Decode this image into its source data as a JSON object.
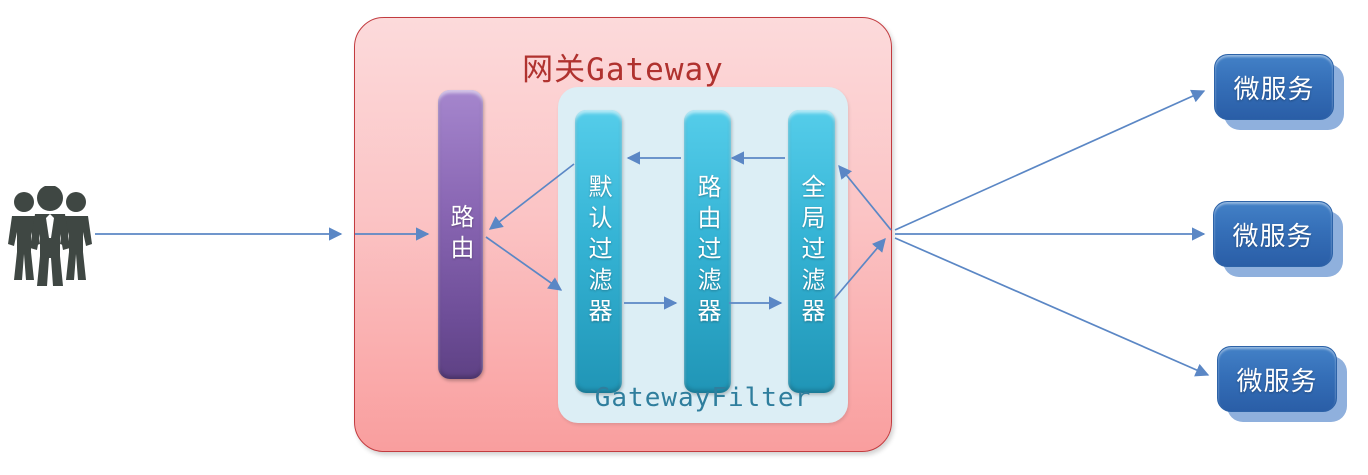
{
  "diagram": {
    "users": {
      "icon": "users-group-icon"
    },
    "gateway": {
      "title": "网关Gateway",
      "route_label": "路由",
      "filter_group": {
        "label": "GatewayFilter",
        "filters": [
          {
            "label": "默认过滤器"
          },
          {
            "label": "路由过滤器"
          },
          {
            "label": "全局过滤器"
          }
        ]
      }
    },
    "microservices": [
      {
        "label": "微服务"
      },
      {
        "label": "微服务"
      },
      {
        "label": "微服务"
      }
    ],
    "colors": {
      "arrow": "#5b87c5",
      "gateway_border": "#c23b3f",
      "gateway_bg_top": "#fcdadb",
      "gateway_bg_bottom": "#f99e9e",
      "title_text": "#b0322f",
      "filter_box_bg": "#dceef5",
      "filter_box_label": "#2f7e9d",
      "filter_bar_top": "#55cdea",
      "filter_bar_bottom": "#2095b6",
      "route_bar_top": "#a586cd",
      "route_bar_bottom": "#5e4184",
      "microservice_top": "#4381c7",
      "microservice_bottom": "#2a5ea7",
      "microservice_shadow": "#8fb0dd",
      "users_icon": "#3f4743"
    }
  }
}
